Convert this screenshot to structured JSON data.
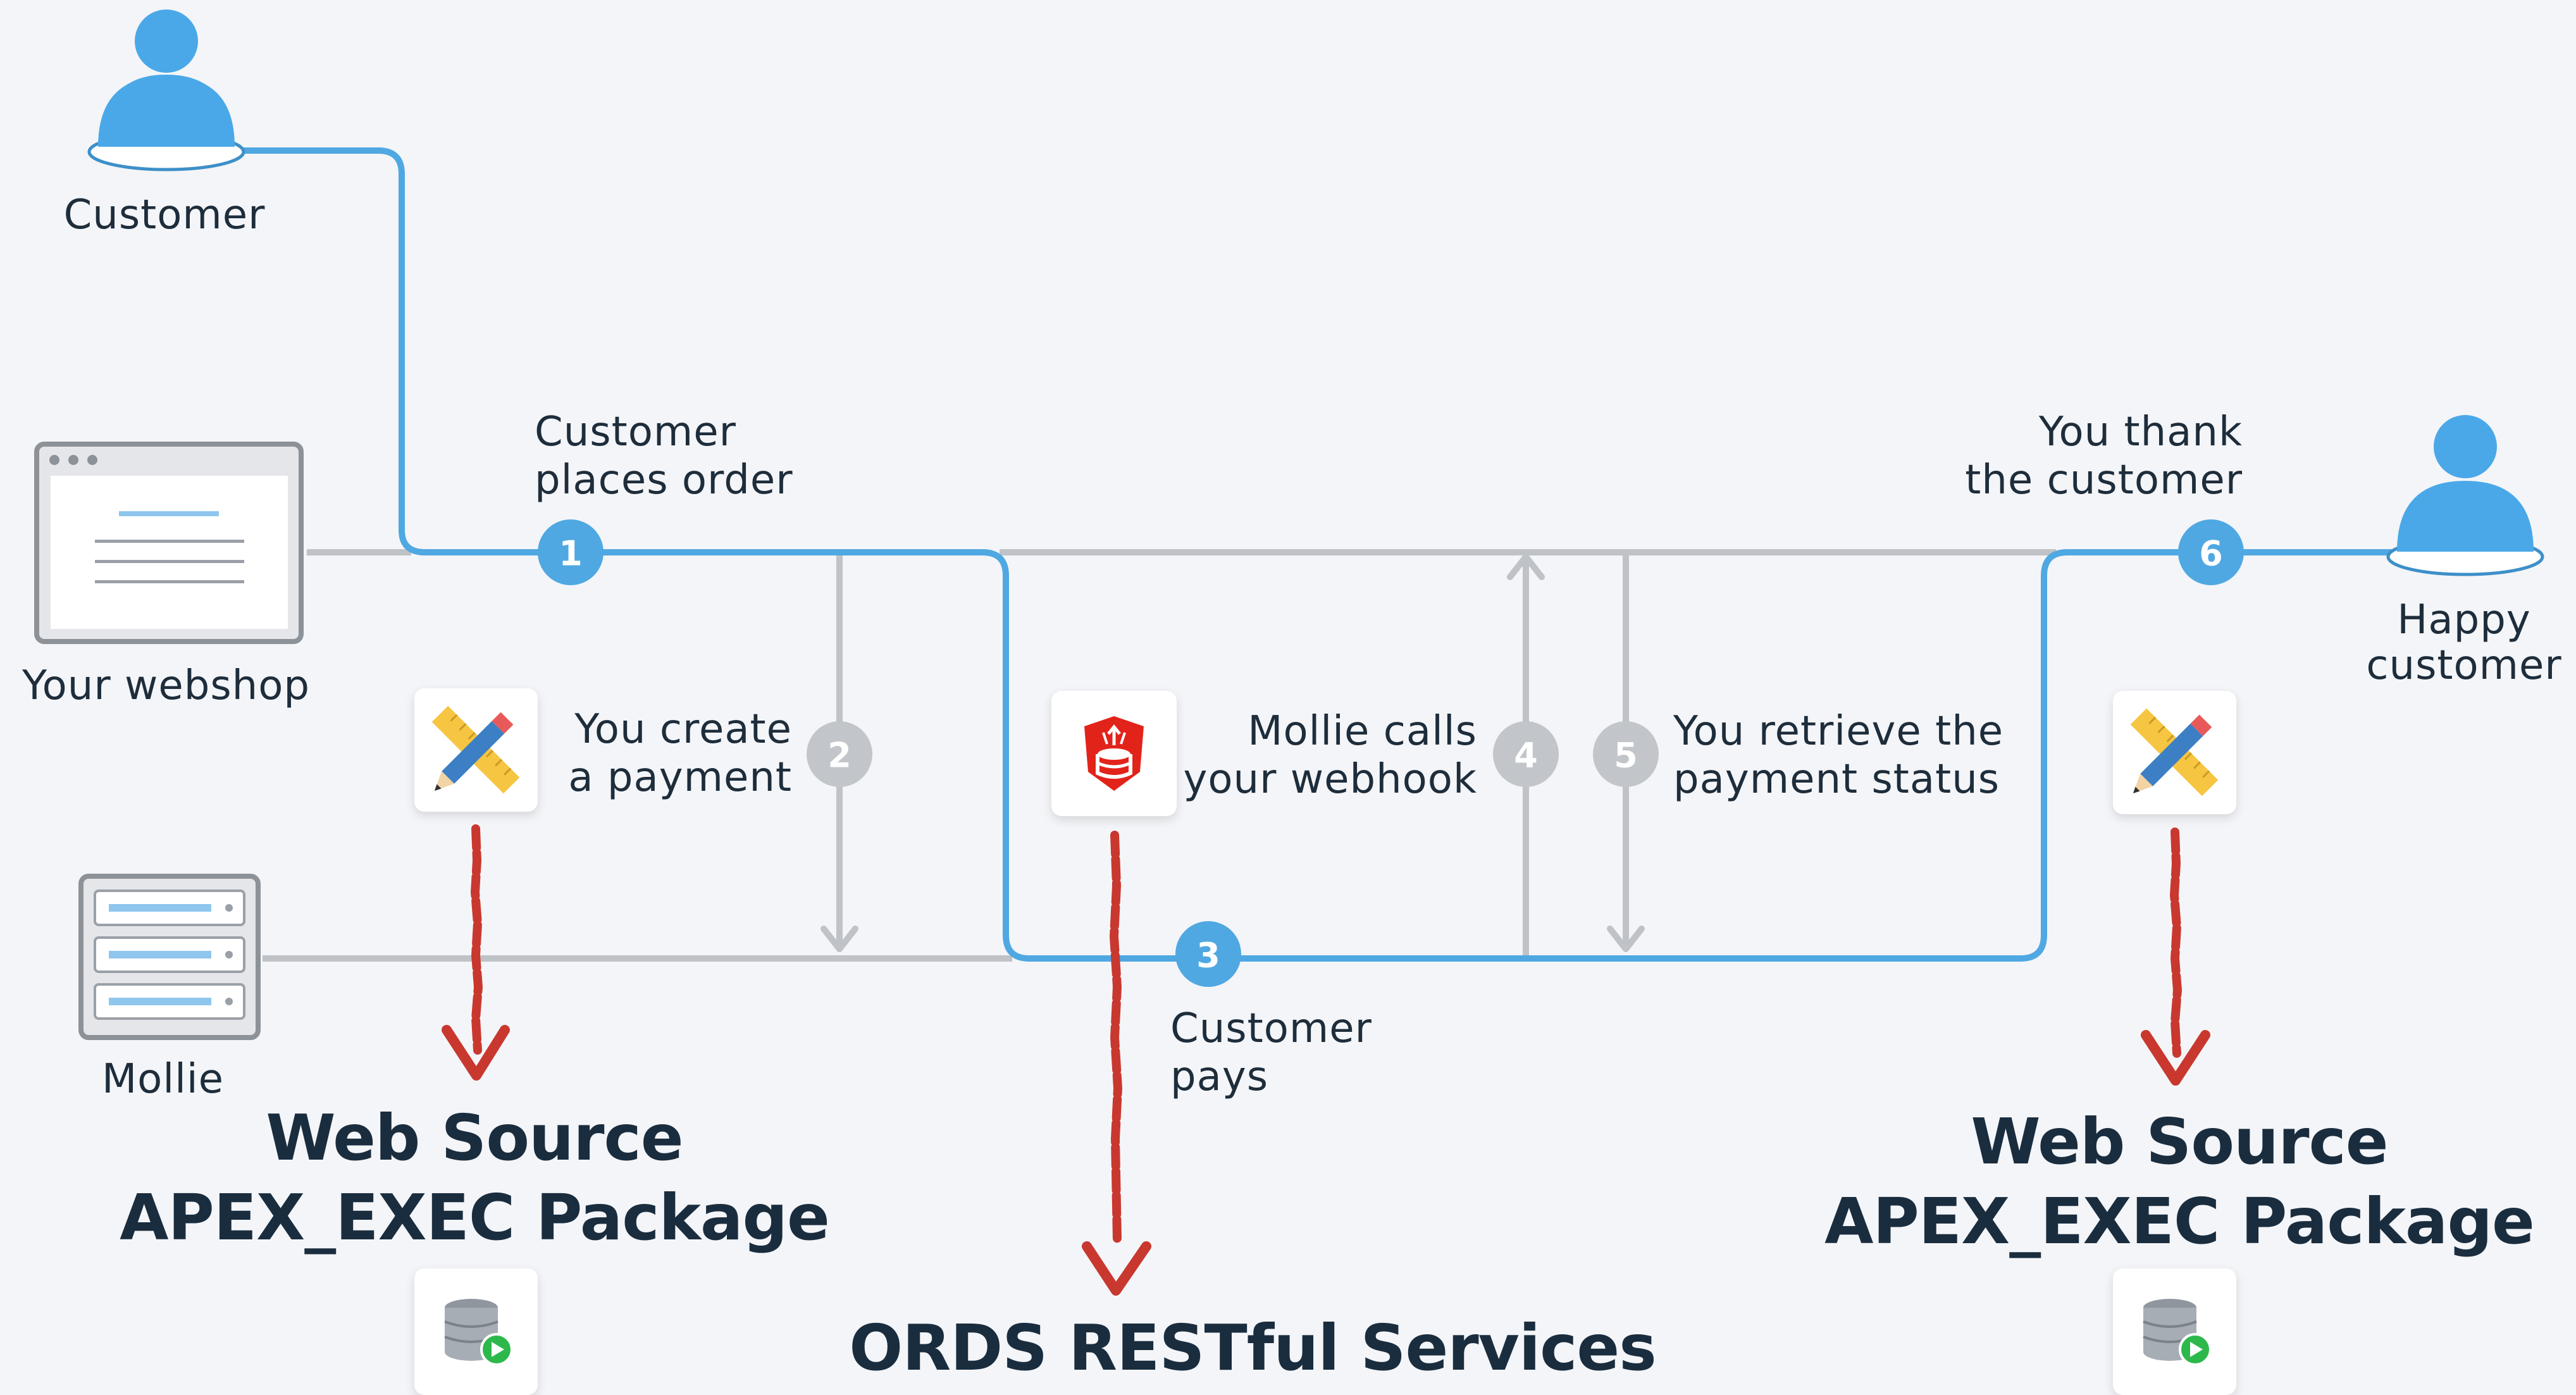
{
  "actors": {
    "customer_label": "Customer",
    "happy_customer_label": [
      "Happy",
      "customer"
    ],
    "webshop_label": "Your webshop",
    "mollie_label": "Mollie"
  },
  "steps": [
    {
      "number": "1",
      "label": [
        "Customer",
        "places order"
      ]
    },
    {
      "number": "2",
      "label": [
        "You create",
        "a payment"
      ]
    },
    {
      "number": "3",
      "label": [
        "Customer",
        "pays"
      ]
    },
    {
      "number": "4",
      "label": [
        "Mollie calls",
        "your webhook"
      ]
    },
    {
      "number": "5",
      "label": [
        "You retrieve the",
        "payment status"
      ]
    },
    {
      "number": "6",
      "label": [
        "You thank",
        "the customer"
      ]
    }
  ],
  "annotations": {
    "left_tech": [
      "Web Source",
      "APEX_EXEC Package"
    ],
    "center_tech": "ORDS RESTful Services",
    "right_tech": [
      "Web Source",
      "APEX_EXEC Package"
    ]
  },
  "colors": {
    "flow_blue": "#4fa8e2",
    "flow_gray": "#bfc2c6",
    "step_gray": "#c2c5c9",
    "arrow_red": "#c8382f",
    "person_blue": "#4aa8e8",
    "ords_red": "#e2231a",
    "background": "#f4f5f8"
  },
  "icons": {
    "customer": "person-icon",
    "happy_customer": "person-icon",
    "webshop": "browser-window-icon",
    "mollie": "server-rack-icon",
    "left_tool": "pencil-ruler-icon",
    "right_tool": "pencil-ruler-icon",
    "center_tool": "ords-shield-database-icon",
    "left_db": "database-play-icon",
    "right_db": "database-play-icon"
  }
}
